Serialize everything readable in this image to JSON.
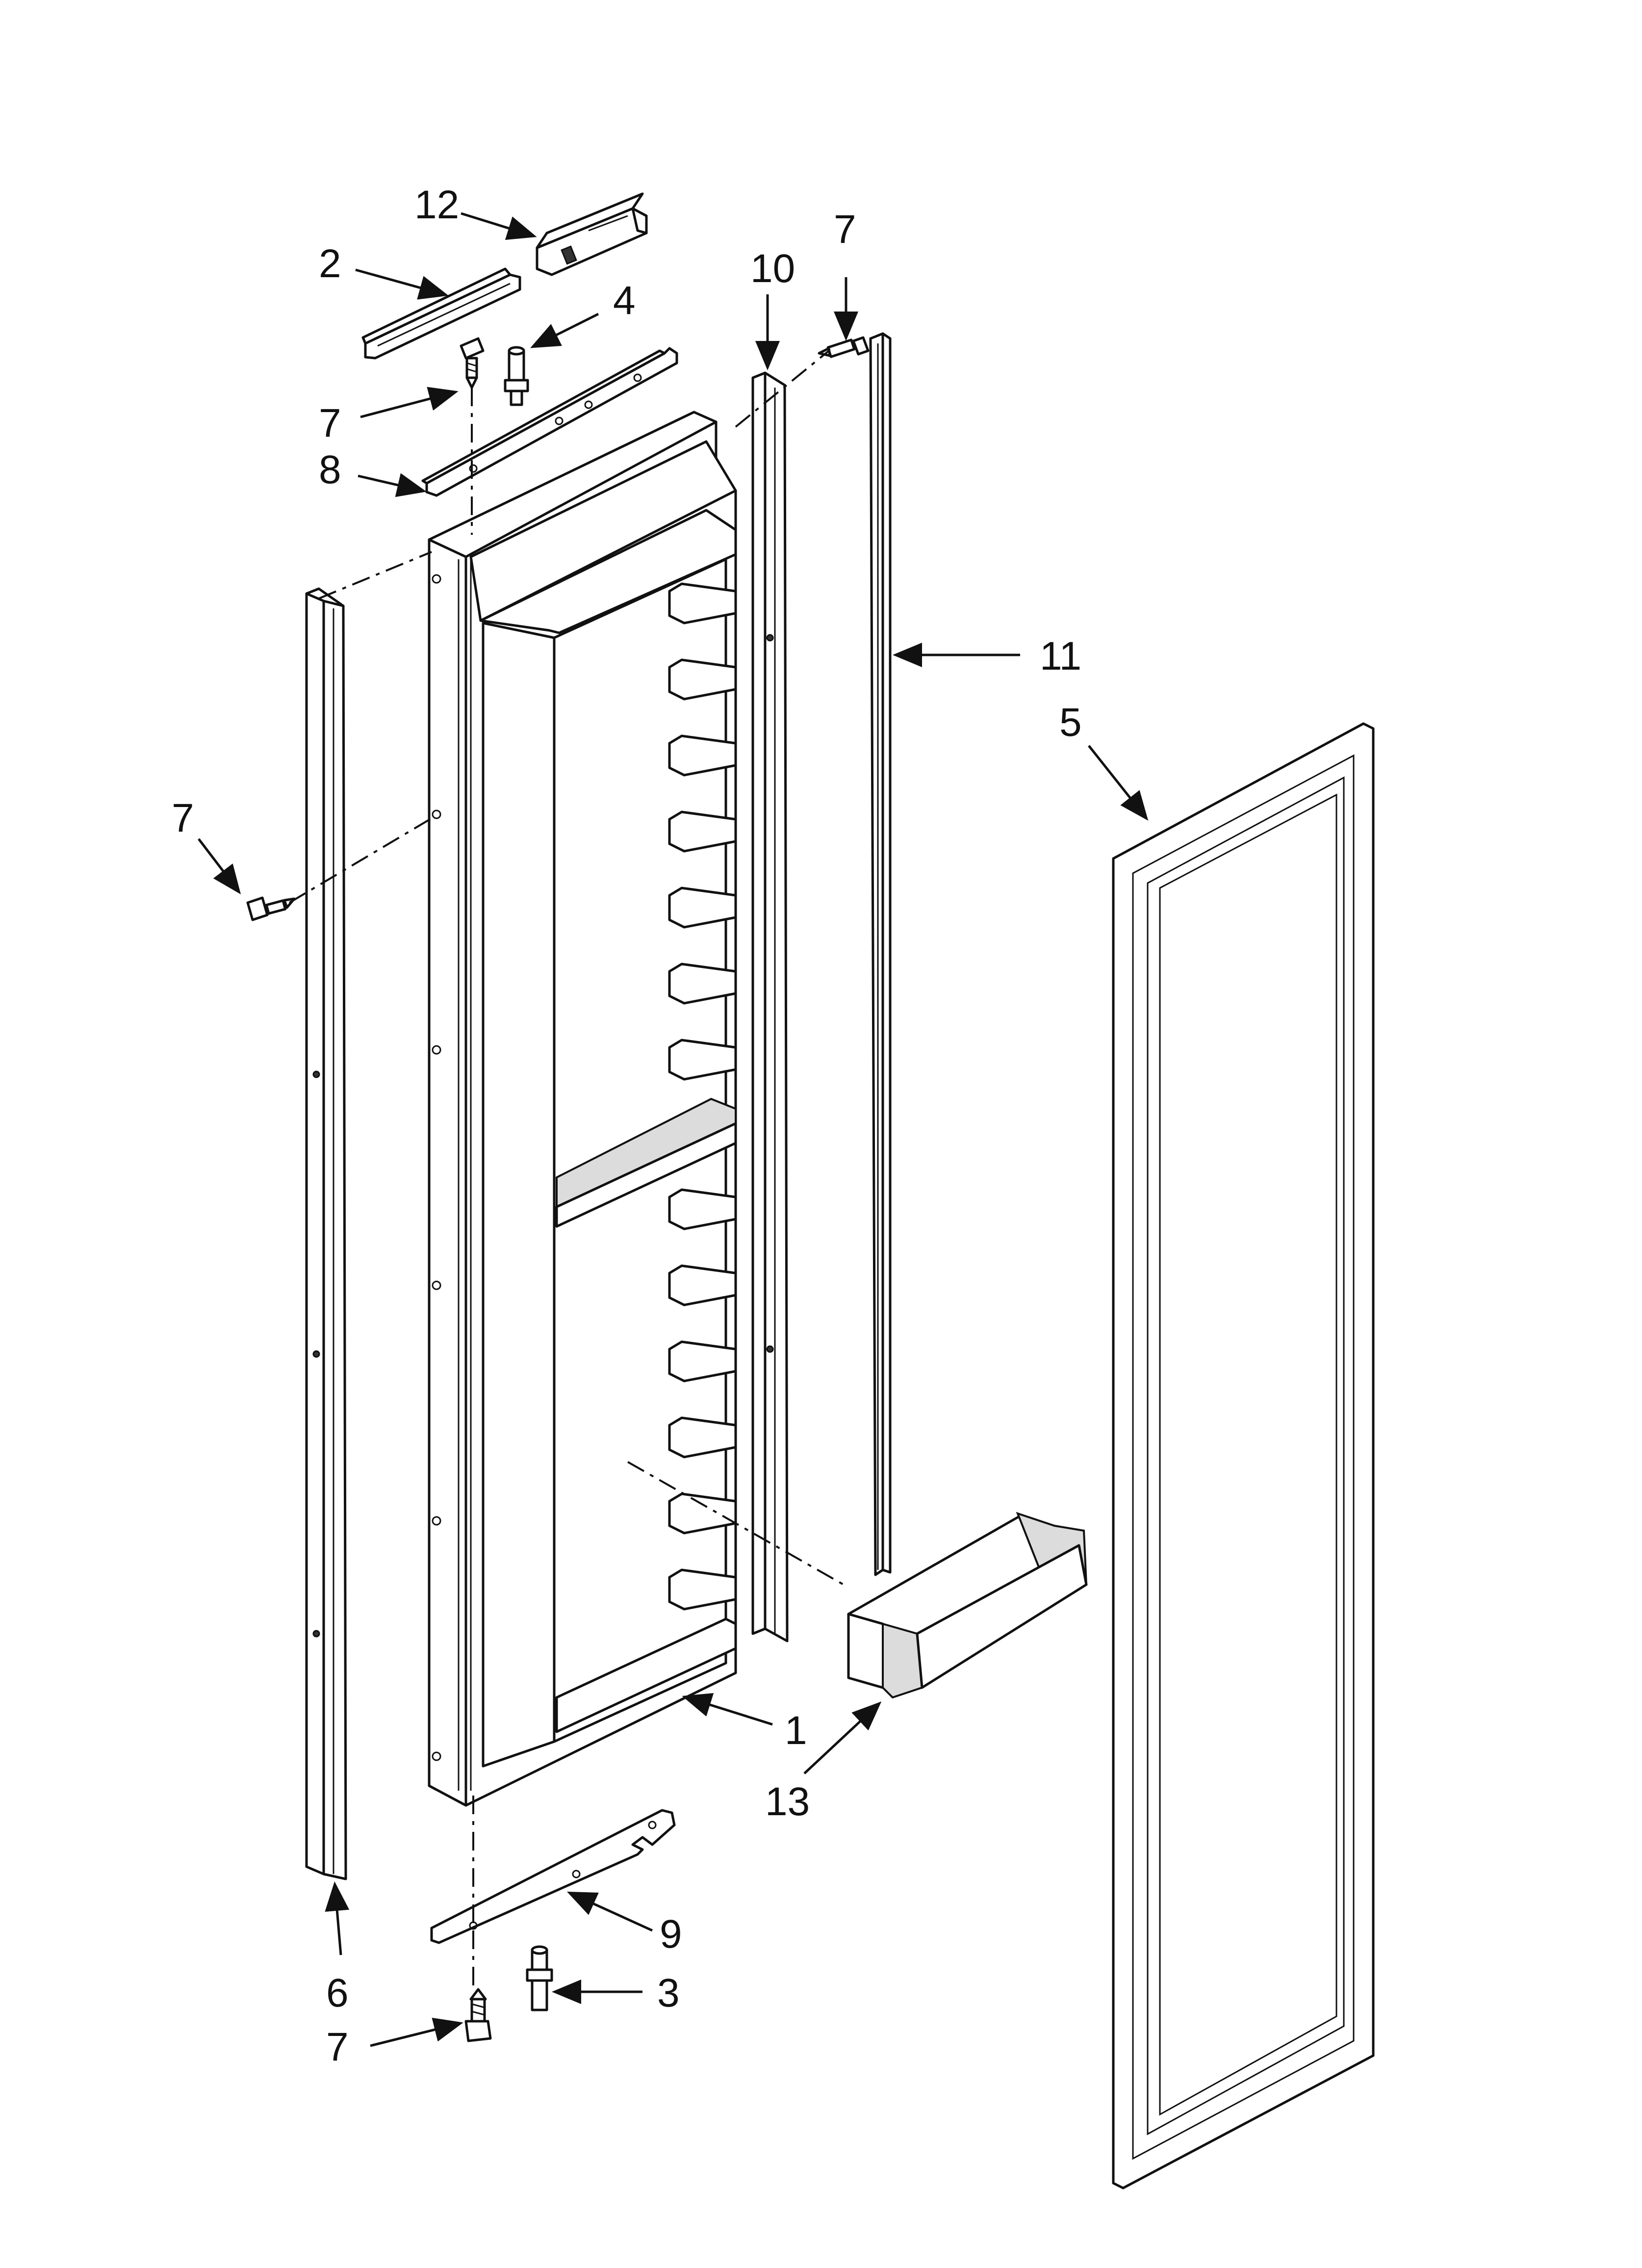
{
  "diagram": {
    "background": "#ffffff",
    "line_color": "#111111",
    "callouts": [
      {
        "id": "c12",
        "label": "12",
        "part": "control-housing"
      },
      {
        "id": "c2",
        "label": "2",
        "part": "top-trim"
      },
      {
        "id": "c4",
        "label": "4",
        "part": "top-hinge-pin"
      },
      {
        "id": "c7a",
        "label": "7",
        "part": "screw-top"
      },
      {
        "id": "c8",
        "label": "8",
        "part": "top-hinge-bracket"
      },
      {
        "id": "c10",
        "label": "10",
        "part": "right-door-trim"
      },
      {
        "id": "c7b",
        "label": "7",
        "part": "screw-right"
      },
      {
        "id": "c11",
        "label": "11",
        "part": "door-gasket-strip"
      },
      {
        "id": "c5",
        "label": "5",
        "part": "door-gasket"
      },
      {
        "id": "c7c",
        "label": "7",
        "part": "screw-left"
      },
      {
        "id": "c1",
        "label": "1",
        "part": "door-liner"
      },
      {
        "id": "c13",
        "label": "13",
        "part": "door-bin"
      },
      {
        "id": "c6",
        "label": "6",
        "part": "left-door-trim"
      },
      {
        "id": "c9",
        "label": "9",
        "part": "bottom-hinge-bracket"
      },
      {
        "id": "c3",
        "label": "3",
        "part": "bottom-hinge-pin"
      },
      {
        "id": "c7d",
        "label": "7",
        "part": "screw-bottom"
      }
    ]
  }
}
